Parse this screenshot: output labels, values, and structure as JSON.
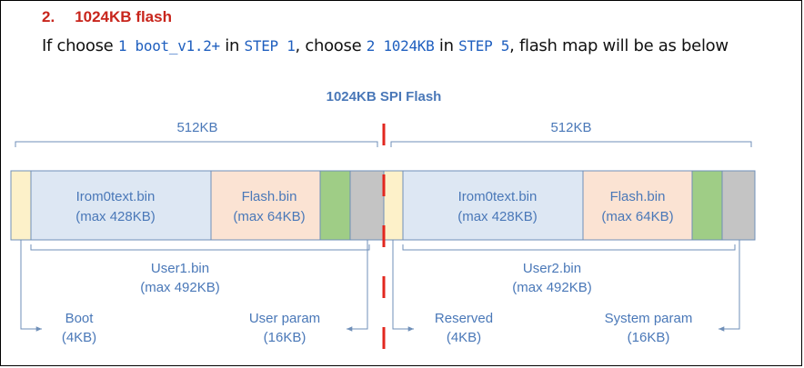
{
  "heading": {
    "number": "2.",
    "title": "1024KB flash"
  },
  "intro": {
    "t1": "If choose ",
    "c1": "1 boot_v1.2+",
    "t2": " in ",
    "c2": "STEP 1",
    "t3": ", choose ",
    "c3": "2 1024KB",
    "t4": " in ",
    "c4": "STEP 5",
    "t5": ", flash map will be as below"
  },
  "diagram": {
    "title": "1024KB SPI Flash",
    "left_half": "512KB",
    "right_half": "512KB",
    "irom_left": {
      "line1": "Irom0text.bin",
      "line2": "(max 428KB)"
    },
    "flash_left": {
      "line1": "Flash.bin",
      "line2": "(max 64KB)"
    },
    "irom_right": {
      "line1": "Irom0text.bin",
      "line2": "(max 428KB)"
    },
    "flash_right": {
      "line1": "Flash.bin",
      "line2": "(max 64KB)"
    },
    "user1": {
      "line1": "User1.bin",
      "line2": "(max 492KB)"
    },
    "user2": {
      "line1": "User2.bin",
      "line2": "(max 492KB)"
    },
    "boot": {
      "line1": "Boot",
      "line2": "(4KB)"
    },
    "user_param": {
      "line1": "User param",
      "line2": "(16KB)"
    },
    "reserved": {
      "line1": "Reserved",
      "line2": "(4KB)"
    },
    "system_param": {
      "line1": "System param",
      "line2": "(16KB)"
    },
    "colors": {
      "boot": "#fdf1c9",
      "irom": "#dde7f3",
      "flash": "#fbe3d3",
      "green": "#9fcd86",
      "gray": "#c4c4c4",
      "outline": "#6f8fb8",
      "label": "#4a78b8",
      "divider": "#e2271f",
      "heading": "#c8251c",
      "code": "#1f5fbf"
    }
  }
}
